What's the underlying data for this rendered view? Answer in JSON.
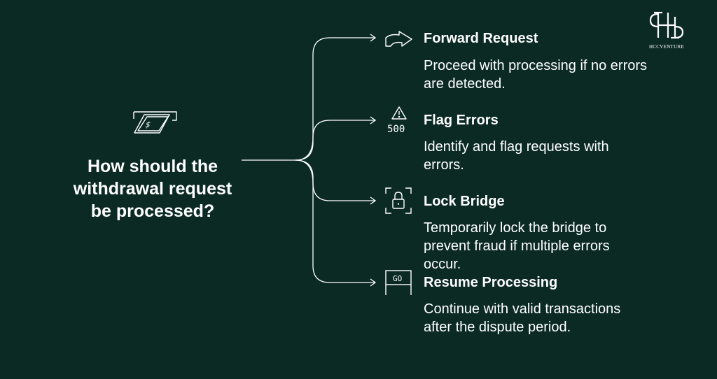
{
  "question": "How should the withdrawal request be processed?",
  "options": [
    {
      "title": "Forward Request",
      "description": "Proceed with processing if no errors are detected.",
      "icon": "forward-arrow-icon"
    },
    {
      "title": "Flag Errors",
      "description": "Identify and flag requests with errors.",
      "icon": "warning-500-icon",
      "icon_text": "500"
    },
    {
      "title": "Lock Bridge",
      "description": "Temporarily lock the bridge to prevent fraud if multiple errors occur.",
      "icon": "lock-icon"
    },
    {
      "title": "Resume Processing",
      "description": "Continue with valid transactions after the dispute period.",
      "icon": "go-sign-icon",
      "icon_text": "GO"
    }
  ],
  "logo": {
    "text": "HCCVENTURE"
  },
  "colors": {
    "background": "#0b2a24",
    "foreground": "#ffffff"
  }
}
